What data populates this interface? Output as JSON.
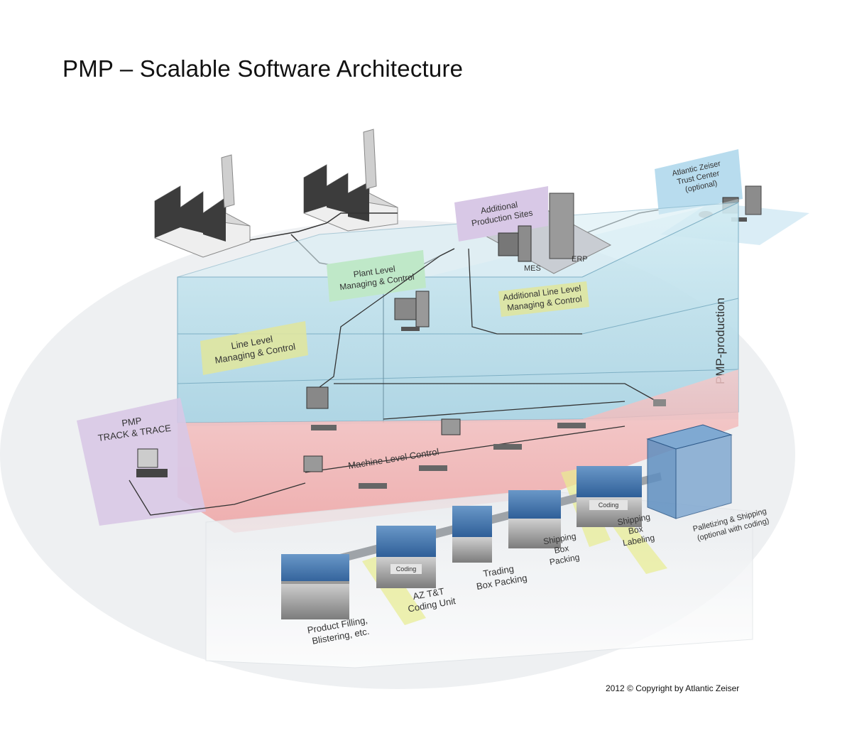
{
  "title": "PMP – Scalable Software Architecture",
  "copyright": "2012 © Copyright by Atlantic Zeiser",
  "labels": {
    "trust_center": [
      "Atlantic Zeiser",
      "Trust Center",
      "(optional)"
    ],
    "additional_sites": [
      "Additional",
      "Production Sites"
    ],
    "mes": "MES",
    "erp": "ERP",
    "plant_level": [
      "Plant Level",
      "Managing & Control"
    ],
    "additional_line": [
      "Additional Line Level",
      "Managing & Control"
    ],
    "line_level": [
      "Line Level",
      "Managing & Control"
    ],
    "pmp_production": "PMP-production",
    "track_trace": [
      "PMP",
      "TRACK & TRACE"
    ],
    "machine_level": "Machine Level Control",
    "product_filling": [
      "Product Filling,",
      "Blistering, etc."
    ],
    "coding_unit": [
      "AZ T&T",
      "Coding Unit"
    ],
    "trading_box": [
      "Trading",
      "Box Packing"
    ],
    "shipping_box_packing": [
      "Shipping",
      "Box",
      "Packing"
    ],
    "shipping_box_labeling": [
      "Shipping",
      "Box",
      "Labeling"
    ],
    "palletizing": [
      "Palletizing & Shipping",
      "(optional with coding)"
    ],
    "coding_tag": "Coding"
  },
  "colors": {
    "glass_blue": "#bfe0ec",
    "machine_red": "#f3b8b8",
    "purple_label": "#d8c8e6",
    "green_label": "#bfe8c8",
    "yellow_label": "#dfe6a0",
    "trust_blue": "#b8dcee",
    "machine_top": "#3e6fa8"
  }
}
